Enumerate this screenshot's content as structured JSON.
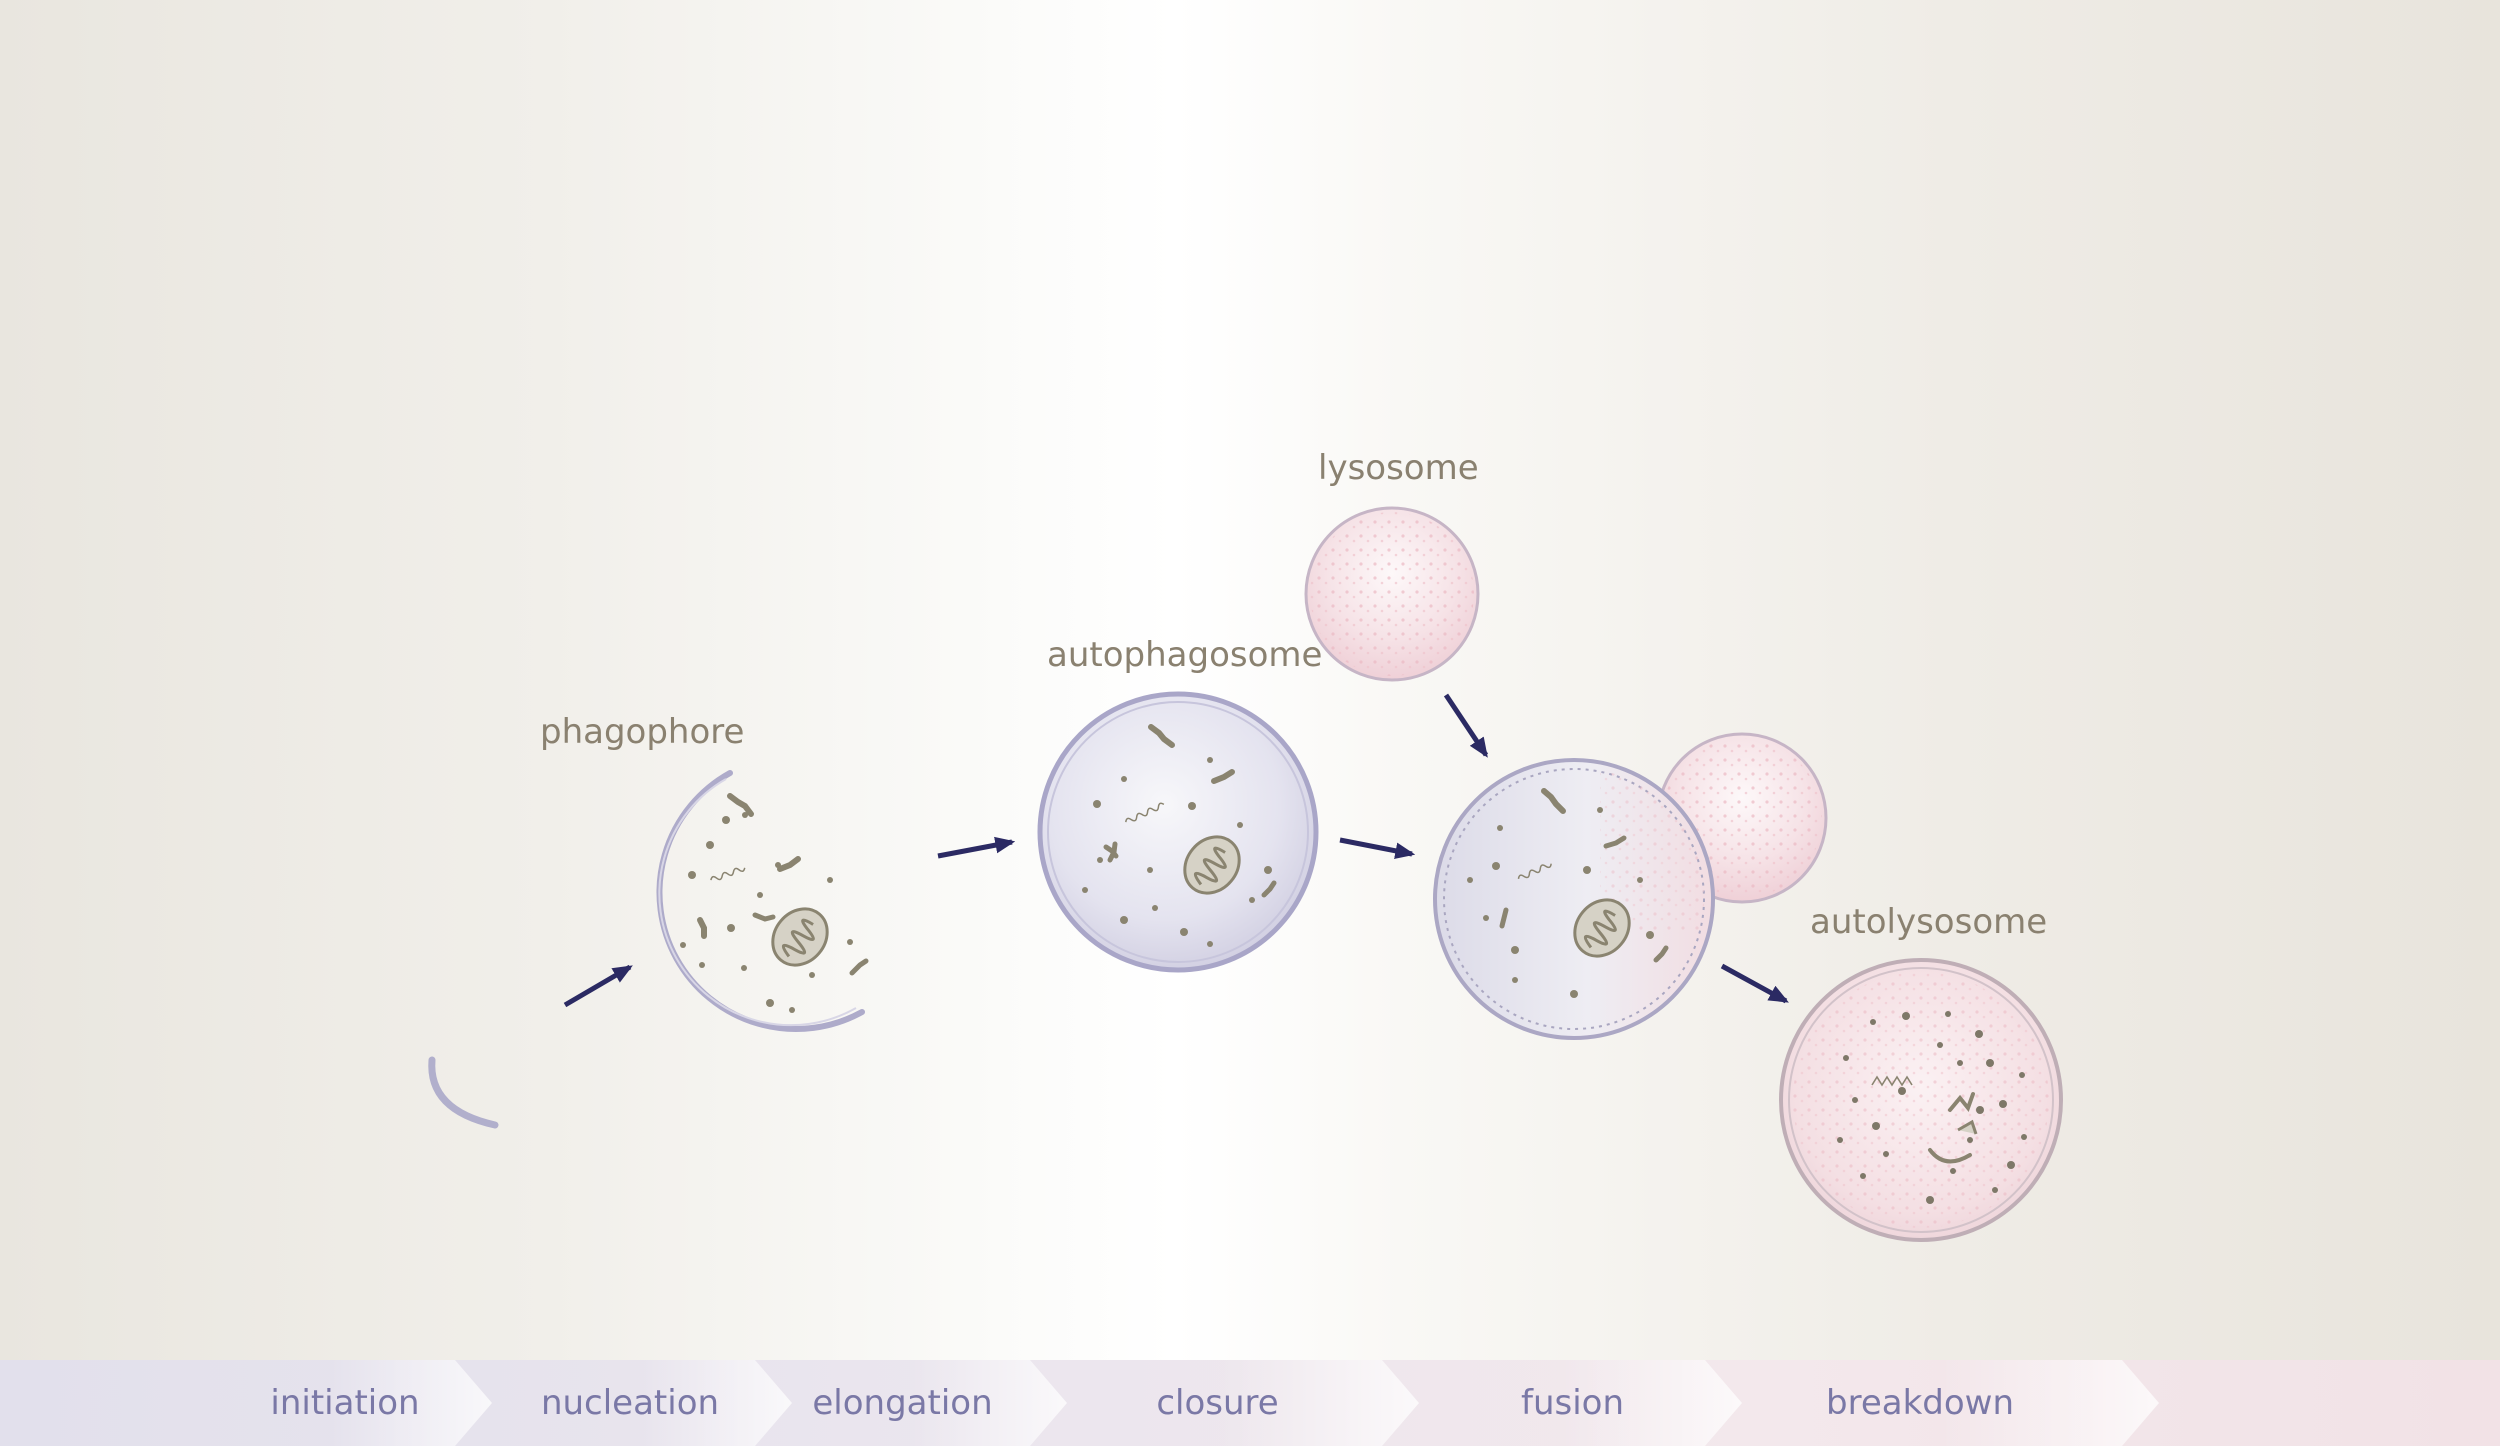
{
  "labels": {
    "phagophore": "phagophore",
    "autophagosome": "autophagosome",
    "lysosome": "lysosome",
    "autolysosome": "autolysosome"
  },
  "stages": [
    "initiation",
    "nucleation",
    "elongation",
    "closure",
    "fusion",
    "breakdown"
  ],
  "colors": {
    "arrow": "#2b2a63",
    "membrane": "#a9a6c8",
    "cargo": "#8a8470",
    "lysosome_fill": "#f6dde2",
    "stage_text": "#7a78a6",
    "label_text": "#8a8170"
  }
}
